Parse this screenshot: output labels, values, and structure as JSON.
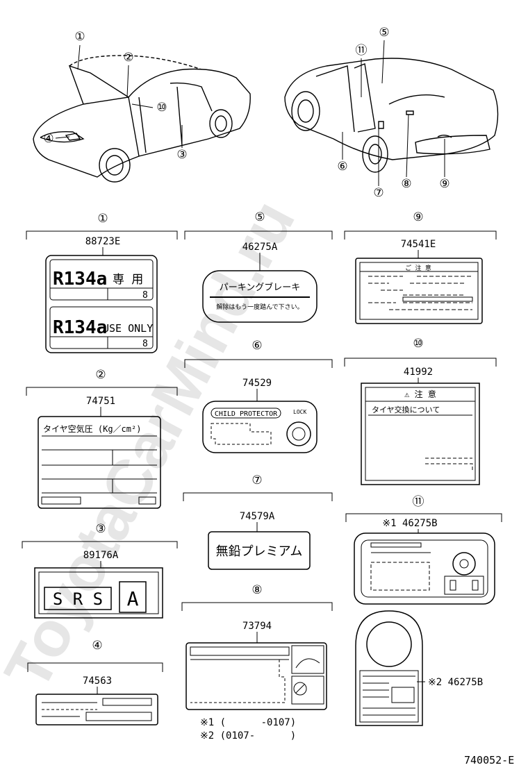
{
  "watermark": "ToyotaCarMind.ru",
  "figure_code": "740052-E",
  "callouts": {
    "c1": "①",
    "c2": "②",
    "c3": "③",
    "c4": "④",
    "c5": "⑤",
    "c6": "⑥",
    "c7": "⑦",
    "c8": "⑧",
    "c9": "⑨",
    "c10": "⑩",
    "c11": "⑪"
  },
  "labels": {
    "l1": {
      "part": "88723E",
      "r134_jp": "R134a",
      "jp_only": "専 用",
      "r134_en": "R134a",
      "use_only": "USE ONLY",
      "qty_a": "8",
      "qty_b": "8"
    },
    "l2": {
      "part": "74751",
      "title": "タイヤ空気圧 (Kg／cm²)"
    },
    "l3": {
      "part": "89176A",
      "srs": "S R S",
      "letter": "A"
    },
    "l4": {
      "part": "74563"
    },
    "l5": {
      "part": "46275A",
      "title": "パーキングブレーキ",
      "note": "解除はもう一度踏んで下さい。"
    },
    "l6": {
      "part": "74529",
      "title": "CHILD PROTECTOR",
      "lock": "LOCK"
    },
    "l7": {
      "part": "74579A",
      "text": "無鉛プレミアム"
    },
    "l8": {
      "part": "73794"
    },
    "l9": {
      "part": "74541E",
      "title": "ご 注 意"
    },
    "l10": {
      "part": "41992",
      "caution": "⚠ 注 意",
      "tire": "タイヤ交換について"
    },
    "l11": {
      "part": "※1 46275B",
      "hanger_part": "※2 46275B"
    }
  },
  "footnotes": {
    "n1": "※1 (      -0107)",
    "n2": "※2 (0107-      )"
  }
}
